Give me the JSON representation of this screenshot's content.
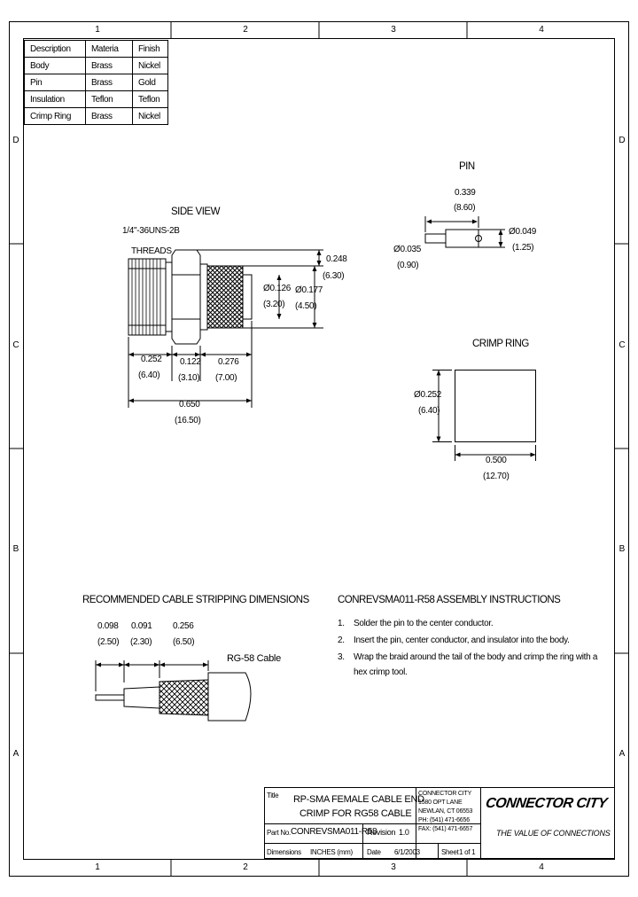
{
  "border": {
    "columns": [
      "1",
      "2",
      "3",
      "4"
    ],
    "rows": [
      "D",
      "C",
      "B",
      "A"
    ]
  },
  "materials_table": {
    "headers": [
      "Description",
      "Materia",
      "Finish"
    ],
    "rows": [
      [
        "Body",
        "Brass",
        "Nickel"
      ],
      [
        "Pin",
        "Brass",
        "Gold"
      ],
      [
        "Insulation",
        "Teflon",
        "Teflon"
      ],
      [
        "Crimp Ring",
        "Brass",
        "Nickel"
      ]
    ]
  },
  "side_view": {
    "title": "SIDE VIEW",
    "thread_label_1": "1/4\"-36UNS-2B",
    "thread_label_2": "THREADS",
    "dim_248": "0.248",
    "dim_248_mm": "(6.30)",
    "dim_126": "Ø0.126",
    "dim_126_mm": "(3.20)",
    "dim_177": "Ø0.177",
    "dim_177_mm": "(4.50)",
    "dim_252": "0.252",
    "dim_252_mm": "(6.40)",
    "dim_122": "0.122",
    "dim_122_mm": "(3.10)",
    "dim_276": "0.276",
    "dim_276_mm": "(7.00)",
    "dim_650": "0.650",
    "dim_650_mm": "(16.50)"
  },
  "pin": {
    "title": "PIN",
    "dim_339": "0.339",
    "dim_339_mm": "(8.60)",
    "dim_049": "Ø0.049",
    "dim_049_mm": "(1.25)",
    "dim_035": "Ø0.035",
    "dim_035_mm": "(0.90)"
  },
  "crimp_ring": {
    "title": "CRIMP RING",
    "dim_252": "Ø0.252",
    "dim_252_mm": "(6.40)",
    "dim_500": "0.500",
    "dim_500_mm": "(12.70)"
  },
  "stripping": {
    "title": "RECOMMENDED CABLE STRIPPING DIMENSIONS",
    "dims": [
      {
        "in": "0.098",
        "mm": "(2.50)"
      },
      {
        "in": "0.091",
        "mm": "(2.30)"
      },
      {
        "in": "0.256",
        "mm": "(6.50)"
      }
    ],
    "cable_label": "RG-58 Cable"
  },
  "assembly": {
    "title": "CONREVSMA011-R58 ASSEMBLY INSTRUCTIONS",
    "steps": [
      {
        "num": "1.",
        "line1": "Solder the pin to the center conductor.",
        "line2": ""
      },
      {
        "num": "2.",
        "line1": "Insert the pin, center conductor, and insulator into the body.",
        "line2": ""
      },
      {
        "num": "3.",
        "line1": "Wrap the braid around the tail of the body and crimp the ring with a",
        "line2": "hex crimp tool."
      }
    ]
  },
  "title_block": {
    "title_label": "Title",
    "title_line1": "RP-SMA FEMALE CABLE END",
    "title_line2": "CRIMP FOR RG58 CABLE",
    "part_label": "Part No.",
    "part_no": "CONREVSMA011-R58",
    "revision_label": "Revision",
    "revision": "1.0",
    "dimensions_label": "Dimensions",
    "dimensions_value": "INCHES (mm)",
    "date_label": "Date",
    "date": "6/1/2003",
    "sheet_label": "Sheet",
    "sheet": "1 of 1",
    "company": [
      "CONNECTOR CITY",
      "1580 OPT LANE",
      "NEWLAN, CT 06553",
      "PH: (541) 471-6656",
      "FAX: (541) 471-6657"
    ],
    "logo_text": "CONNECTOR CITY",
    "tagline": "THE VALUE OF CONNECTIONS"
  }
}
